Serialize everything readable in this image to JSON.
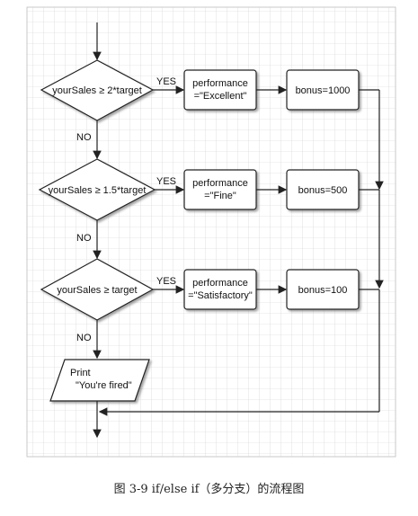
{
  "flowchart": {
    "decisions": [
      {
        "id": "d1",
        "text": "yourSales ≥ 2*target"
      },
      {
        "id": "d2",
        "text": "yourSales ≥ 1.5*target"
      },
      {
        "id": "d3",
        "text": "yourSales ≥ target"
      }
    ],
    "performance_boxes": [
      {
        "id": "p1",
        "lines": [
          "performance",
          "=\"Excellent\""
        ]
      },
      {
        "id": "p2",
        "lines": [
          "performance",
          "=\"Fine\""
        ]
      },
      {
        "id": "p3",
        "lines": [
          "performance",
          "=\"Satisfactory\""
        ]
      }
    ],
    "bonus_boxes": [
      {
        "id": "b1",
        "text": "bonus=1000"
      },
      {
        "id": "b2",
        "text": "bonus=500"
      },
      {
        "id": "b3",
        "text": "bonus=100"
      }
    ],
    "print_box": {
      "lines": [
        "Print",
        "\"You're fired\""
      ]
    },
    "yes_label": "YES",
    "no_label": "NO",
    "grid_color": "#c8c8c8",
    "line_color": "#222222"
  },
  "caption": "图 3-9    if/else if（多分支）的流程图"
}
